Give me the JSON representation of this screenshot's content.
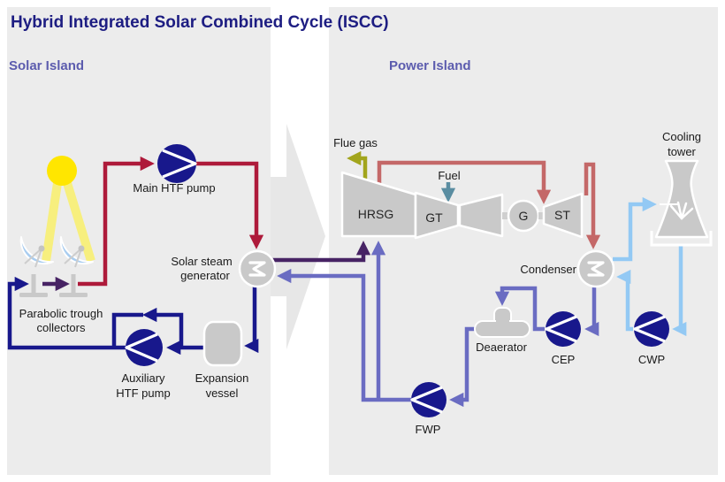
{
  "title": "Hybrid Integrated Solar Combined Cycle (ISCC)",
  "sections": {
    "solar": "Solar Island",
    "power": "Power Island"
  },
  "solar_island": {
    "main_htf_pump": "Main HTF pump",
    "solar_steam_generator": {
      "line1": "Solar steam",
      "line2": "generator"
    },
    "parabolic_trough_collectors": {
      "line1": "Parabolic trough",
      "line2": "collectors"
    },
    "auxiliary_htf_pump": {
      "line1": "Auxiliary",
      "line2": "HTF pump"
    },
    "expansion_vessel": {
      "line1": "Expansion",
      "line2": "vessel"
    }
  },
  "power_island": {
    "hrsg": "HRSG",
    "gt": "GT",
    "generator": "G",
    "st": "ST",
    "flue_gas": "Flue gas",
    "fuel": "Fuel",
    "cooling_tower": {
      "line1": "Cooling",
      "line2": "tower"
    },
    "condenser": "Condenser",
    "deaerator": "Deaerator",
    "cep": "CEP",
    "cwp": "CWP",
    "fwp": "FWP"
  },
  "colors": {
    "htf_hot": "#ae1a3a",
    "htf_cold": "#18188c",
    "solar_steam": "#472364",
    "feedwater_condensate": "#6a6cc2",
    "hp_steam": "#c46868",
    "cooling_water": "#93c9f4",
    "flue_gas": "#a2a51c",
    "fuel": "#5a8da1",
    "pump_fill": "#18188c",
    "component_gray": "#c9c9c9",
    "panel_background": "#ececec",
    "title_text": "#1d1d82",
    "section_label": "#5c5cae",
    "sun_yellow": "#ffe600",
    "collector_blue": "#a9cdf0"
  }
}
